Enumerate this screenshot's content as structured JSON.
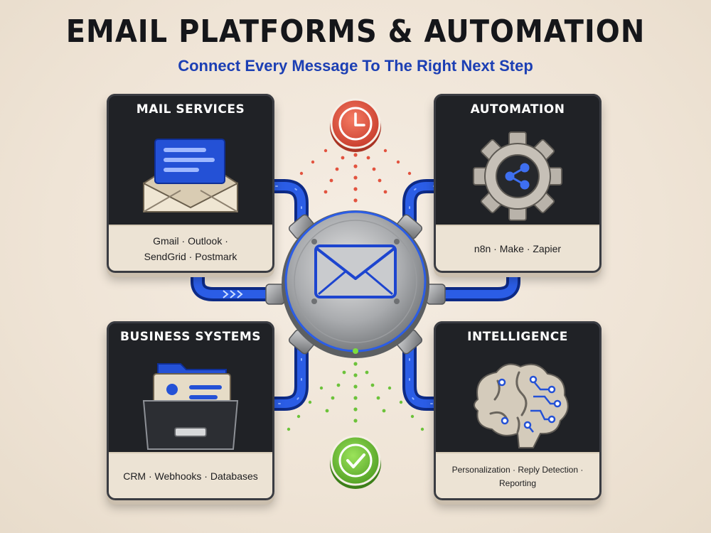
{
  "header": {
    "title": "EMAIL PLATFORMS & AUTOMATION",
    "subtitle": "Connect Every Message To The Right Next Step"
  },
  "cards": {
    "mail": {
      "title": "MAIL SERVICES",
      "line1": "Gmail · Outlook ·",
      "line2": "SendGrid · Postmark",
      "icon": "envelope-letter-icon"
    },
    "automation": {
      "title": "AUTOMATION",
      "items": "n8n · Make · Zapier",
      "icon": "gear-share-icon"
    },
    "business": {
      "title": "BUSINESS SYSTEMS",
      "items": "CRM · Webhooks · Databases",
      "icon": "contact-file-drawer-icon"
    },
    "intelligence": {
      "title": "INTELLIGENCE",
      "items": "Personalization · Reply Detection · Reporting",
      "icon": "brain-circuit-icon"
    }
  },
  "hub": {
    "icon": "envelope-hub-icon"
  },
  "status": {
    "top": "clock-icon",
    "bottom": "check-icon"
  },
  "colors": {
    "accent_blue": "#1f4fd8",
    "clock_red": "#e2533f",
    "check_green": "#6cc23a",
    "card_dark": "#202226",
    "card_foot": "#ece3d4"
  }
}
